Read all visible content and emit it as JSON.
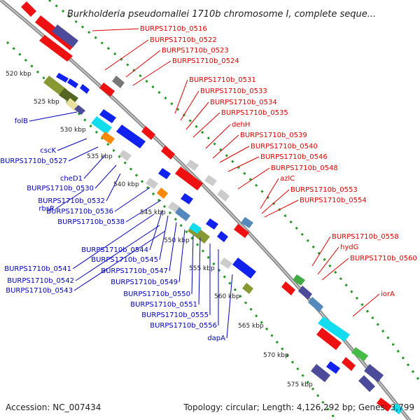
{
  "title": "Burkholderia pseudomallei 1710b chromosome I, complete seque...",
  "accession": "Accession: NC_007434",
  "topology": "Topology: circular; Length: 4,126,292 bp; Genes: 3,799",
  "ticks": [
    "520 kbp",
    "525 kbp",
    "530 kbp",
    "535 kbp",
    "540 kbp",
    "545 kbp",
    "550 kbp",
    "555 kbp",
    "560 kbp",
    "565 kbp",
    "570 kbp",
    "575 kbp"
  ],
  "colors": {
    "forward_label": "#dd0000",
    "reverse_label": "#0000bb",
    "backbone": "#8a8a8a",
    "dots": "#229922"
  },
  "forward_labels": [
    "BURPS1710b_0516",
    "BURPS1710b_0522",
    "BURPS1710b_0523",
    "BURPS1710b_0524",
    "BURPS1710b_0531",
    "BURPS1710b_0533",
    "BURPS1710b_0534",
    "BURPS1710b_0535",
    "dehH",
    "BURPS1710b_0539",
    "BURPS1710b_0540",
    "BURPS1710b_0546",
    "BURPS1710b_0548",
    "azlC",
    "BURPS1710b_0553",
    "BURPS1710b_0554",
    "BURPS1710b_0558",
    "hydG",
    "BURPS1710b_0560",
    "iorA"
  ],
  "reverse_labels": [
    "folB",
    "cscK",
    "BURPS1710b_0527",
    "cheD1",
    "BURPS1710b_0530",
    "BURPS1710b_0532",
    "rbsR",
    "BURPS1710b_0536",
    "BURPS1710b_0538",
    "BURPS1710b_0544",
    "BURPS1710b_0545",
    "BURPS1710b_0541",
    "BURPS1710b_0547",
    "BURPS1710b_0542",
    "BURPS1710b_0549",
    "BURPS1710b_0543",
    "BURPS1710b_0550",
    "BURPS1710b_0551",
    "BURPS1710b_0555",
    "BURPS1710b_0556",
    "dapA"
  ]
}
